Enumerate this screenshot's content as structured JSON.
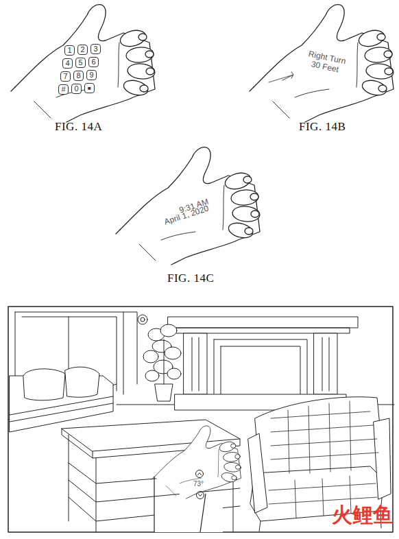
{
  "diagram": {
    "nodes": [
      {
        "text": [
          "1"
        ]
      },
      {
        "text": [
          "2"
        ]
      },
      {
        "text": [
          "3"
        ]
      },
      {
        "text": [
          "4"
        ]
      },
      {
        "text": [
          "5"
        ]
      },
      {
        "text": [
          "6"
        ]
      },
      {
        "text": [
          "7"
        ]
      },
      {
        "text": [
          "8"
        ]
      },
      {
        "text": [
          "9"
        ]
      },
      {
        "text": [
          "#"
        ]
      },
      {
        "text": [
          "0"
        ]
      },
      {
        "text": [
          "■"
        ]
      }
    ],
    "labels": [
      "FIG. 14A",
      "FIG. 14B",
      "FIG. 14C",
      "Right Turn",
      "30 Feet",
      "9:31 AM",
      "April 1, 2020",
      "73°",
      "火鲤鱼"
    ]
  }
}
